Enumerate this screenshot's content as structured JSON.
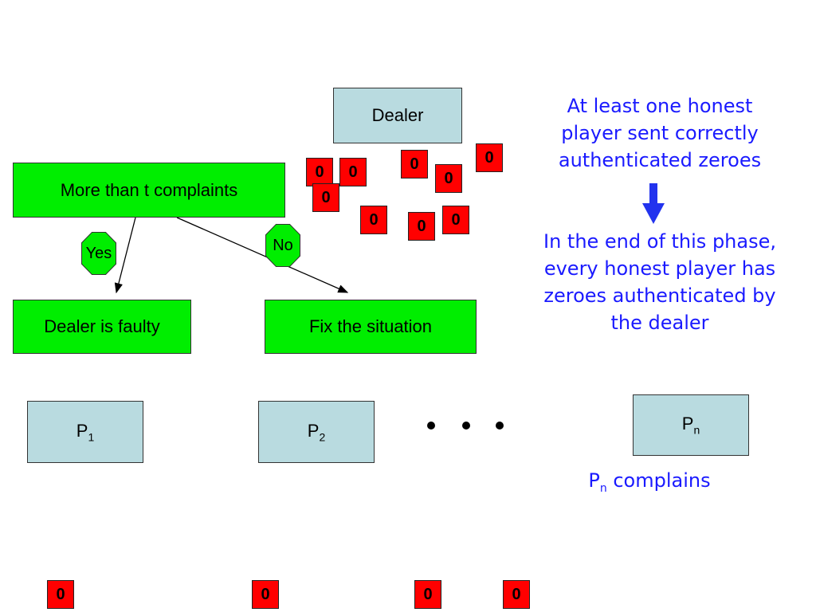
{
  "dealer_label": "Dealer",
  "decision_label": "More than t complaints",
  "yes_label": "Yes",
  "no_label": "No",
  "outcome_faulty": "Dealer is faulty",
  "outcome_fix": "Fix the situation",
  "players": [
    {
      "label": "P",
      "sub": "1"
    },
    {
      "label": "P",
      "sub": "2"
    },
    {
      "label": "P",
      "sub": "n"
    }
  ],
  "note_top": "At least one honest player sent correctly authenticated zeroes",
  "note_bottom": "In the end of this phase, every honest player has zeroes authenticated by the dealer",
  "complaint": {
    "label": "P",
    "sub": "n",
    "suffix": " complains"
  },
  "token_value": "0",
  "colors": {
    "box_blue": "#b9dbe0",
    "box_green": "#00ee00",
    "token_red": "#ff0000",
    "note_blue": "#1a1aff",
    "arrow_blue": "#2233ee"
  }
}
